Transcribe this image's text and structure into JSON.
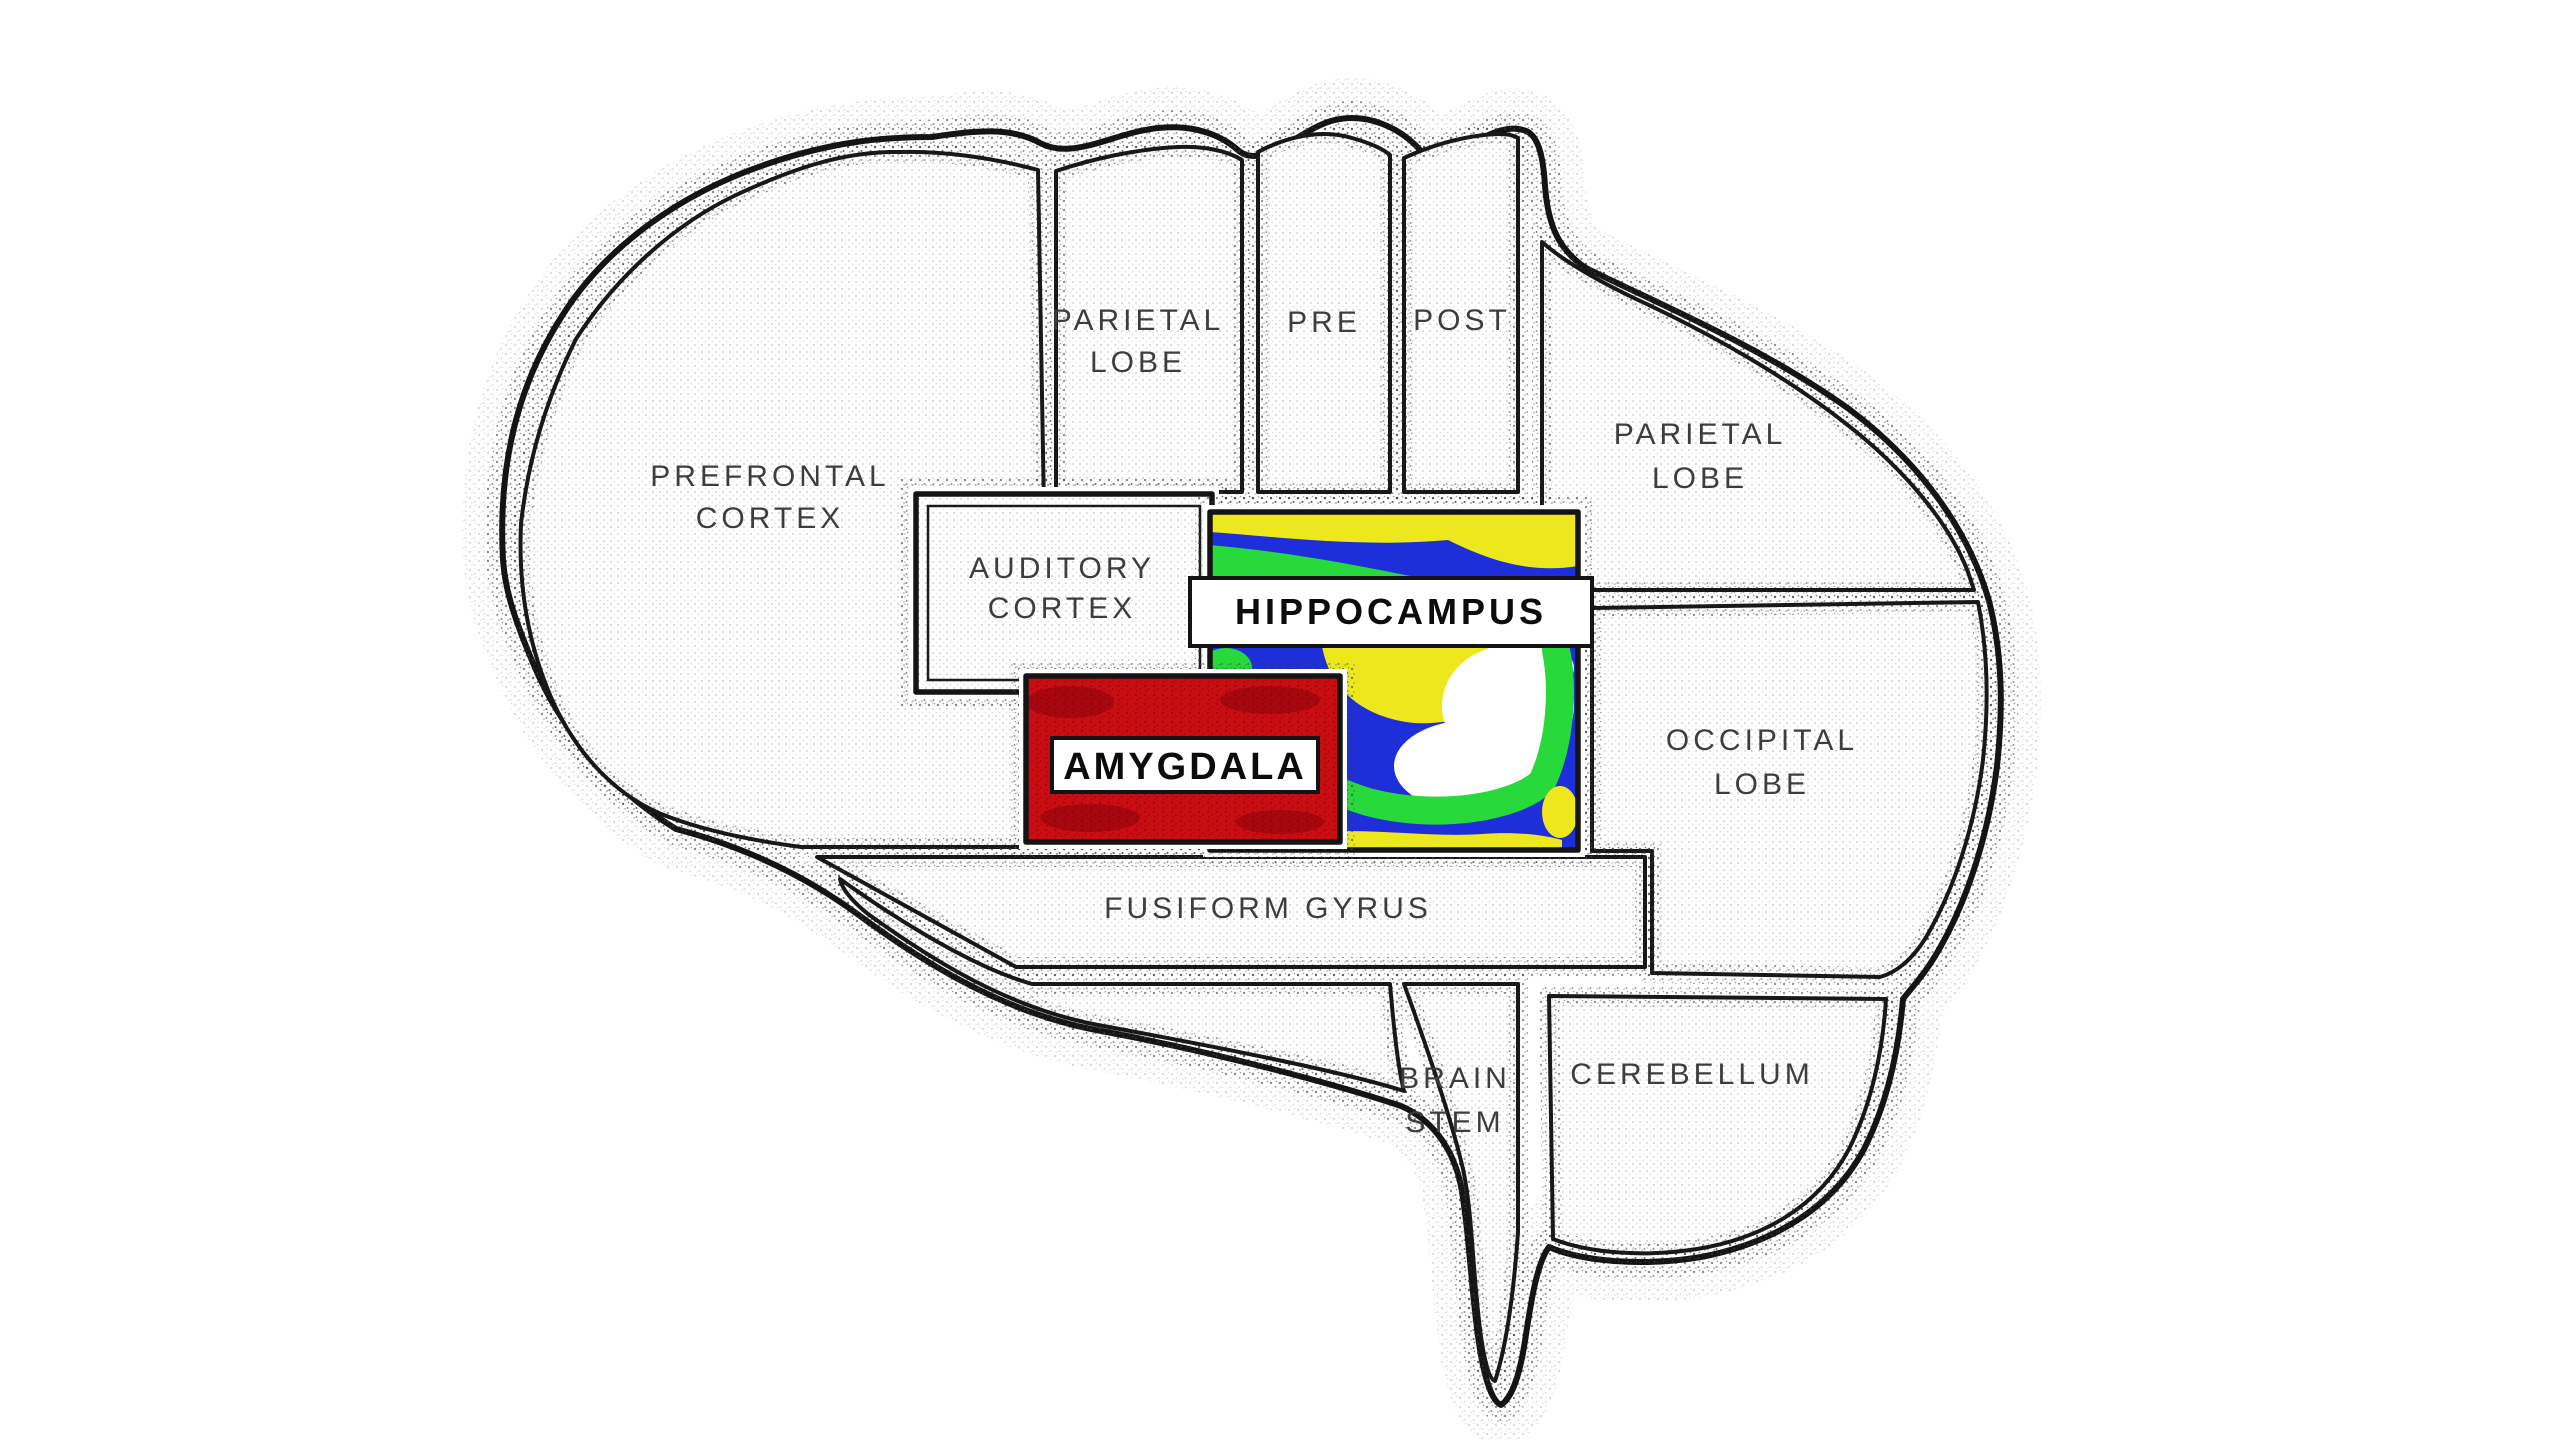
{
  "figure": {
    "type": "diagram",
    "subject": "Stylized hand-drawn side-view brain map divided into labeled compartments; the amygdala box is highlighted solid red and the hippocampus box is highlighted with a multicolor heat-map pattern"
  },
  "labels": {
    "prefrontal_line1": "PREFRONTAL",
    "prefrontal_line2": "CORTEX",
    "parietal_left_line1": "PARIETAL",
    "parietal_left_line2": "LOBE",
    "precentral": "PRE",
    "postcentral": "POST",
    "parietal_right_line1": "PARIETAL",
    "parietal_right_line2": "LOBE",
    "auditory_line1": "AUDITORY",
    "auditory_line2": "CORTEX",
    "hippocampus": "HIPPOCAMPUS",
    "amygdala": "AMYGDALA",
    "occipital_line1": "OCCIPITAL",
    "occipital_line2": "LOBE",
    "fusiform": "FUSIFORM GYRUS",
    "brain_stem_line1": "BRAIN",
    "brain_stem_line2": "STEM",
    "cerebellum": "CEREBELLUM"
  },
  "colors": {
    "paper": "#ffffff",
    "ink": "#141414",
    "label_text": "#3d3d3d",
    "box_label_text": "#0c0c0c",
    "red": "#c90e13",
    "dark_red": "#7e0008",
    "blue": "#1e2ed8",
    "green": "#27d93a",
    "yellow": "#ece81d",
    "white": "#ffffff"
  }
}
